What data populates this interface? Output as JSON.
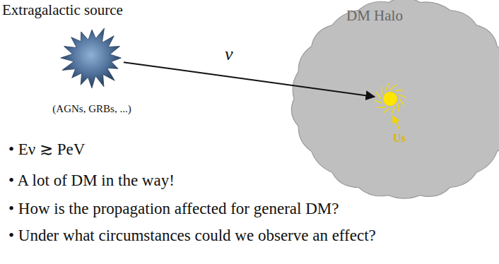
{
  "diagram": {
    "nodes": [
      {
        "text": [
          "Extragalactic source",
          "(AGNs, GRBs, ...)"
        ]
      },
      {
        "text": [
          "DM Halo"
        ]
      },
      {
        "text": [
          "Us"
        ],
        "in": 1
      }
    ],
    "edges": [
      {
        "from": 0,
        "to": 2,
        "label": "ν",
        "arrow": "to"
      }
    ],
    "labels": [
      "• Eν ≳ PeV",
      "• A lot of DM in the way!",
      "• How is the propagation affected for general DM?",
      "• Under what circumstances could we observe an effect?"
    ]
  }
}
